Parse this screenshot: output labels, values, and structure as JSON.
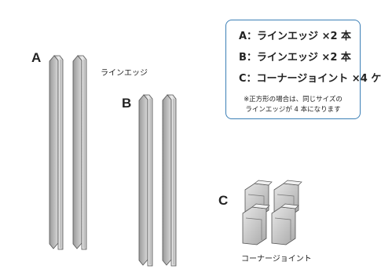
{
  "labels": {
    "a": "A",
    "b": "B",
    "c": "C"
  },
  "captions": {
    "edge": "ラインエッジ",
    "joint": "コーナージョイント"
  },
  "info_box": {
    "line_a": "A：ラインエッジ ×2 本",
    "line_b": "B：ラインエッジ ×2 本",
    "line_c": "C：コーナージョイント ×4 ケ",
    "note_1": "※正方形の場合は、同じサイズの",
    "note_2": "ラインエッジが 4 本になります"
  },
  "colors": {
    "border": "#3b7fb6",
    "metal_face": "#d6d6d6",
    "metal_dark": "#8a8a8a",
    "metal_light": "#f2f2f2",
    "outline": "#555555"
  }
}
